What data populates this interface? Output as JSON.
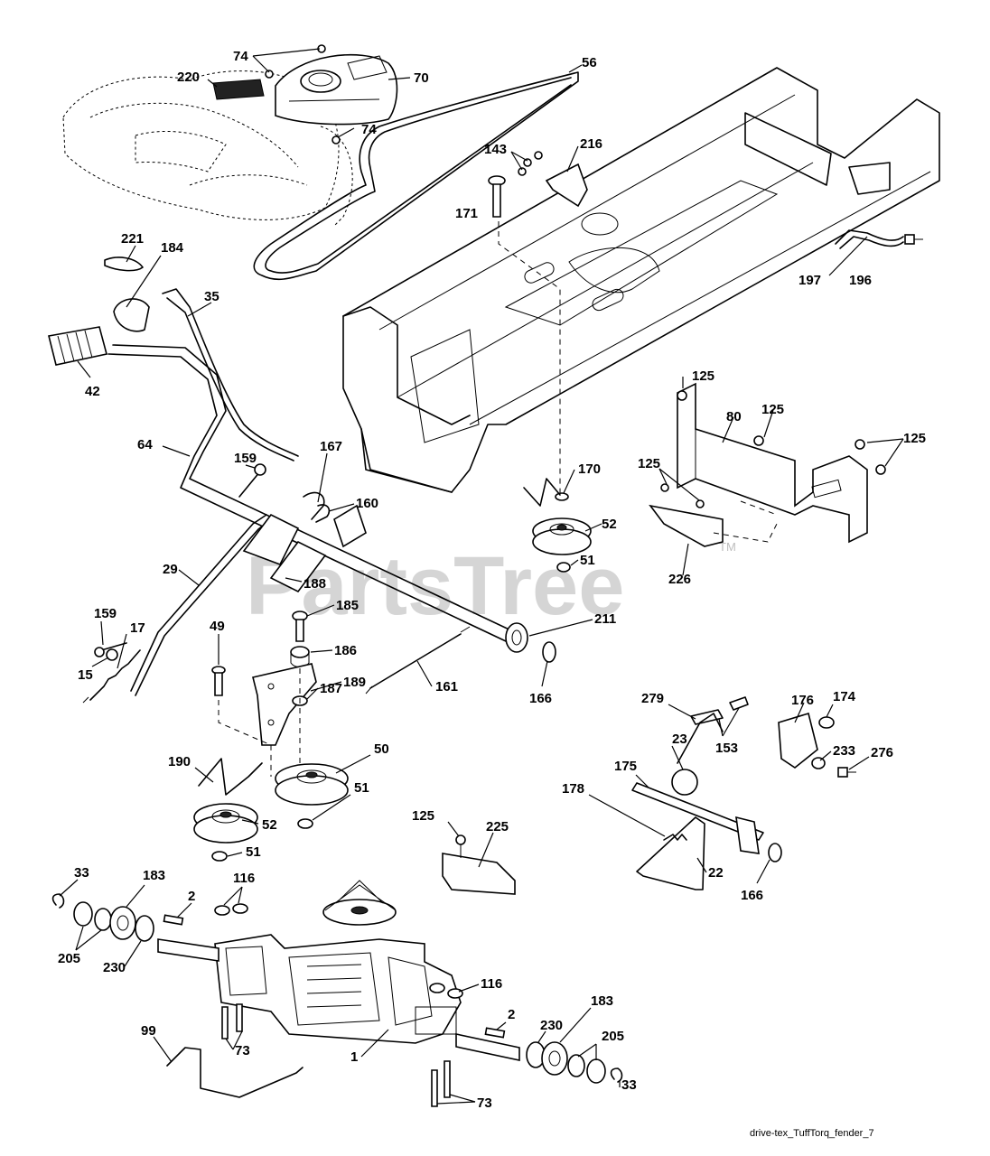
{
  "watermark": {
    "text": "PartsTree",
    "trademark": "TM"
  },
  "footer": {
    "code": "drive-tex_TuffTorq_fender_7"
  },
  "callouts": [
    "74",
    "74",
    "70",
    "220",
    "56",
    "143",
    "216",
    "171",
    "197",
    "196",
    "221",
    "184",
    "35",
    "42",
    "125",
    "125",
    "80",
    "125",
    "125",
    "64",
    "159",
    "167",
    "160",
    "170",
    "52",
    "51",
    "226",
    "29",
    "188",
    "211",
    "159",
    "185",
    "17",
    "186",
    "15",
    "49",
    "189",
    "187",
    "166",
    "161",
    "279",
    "176",
    "174",
    "153",
    "233",
    "23",
    "276",
    "175",
    "178",
    "190",
    "50",
    "51",
    "52",
    "51",
    "125",
    "225",
    "22",
    "166",
    "33",
    "183",
    "116",
    "2",
    "205",
    "230",
    "116",
    "2",
    "183",
    "230",
    "205",
    "33",
    "99",
    "73",
    "1",
    "73"
  ]
}
